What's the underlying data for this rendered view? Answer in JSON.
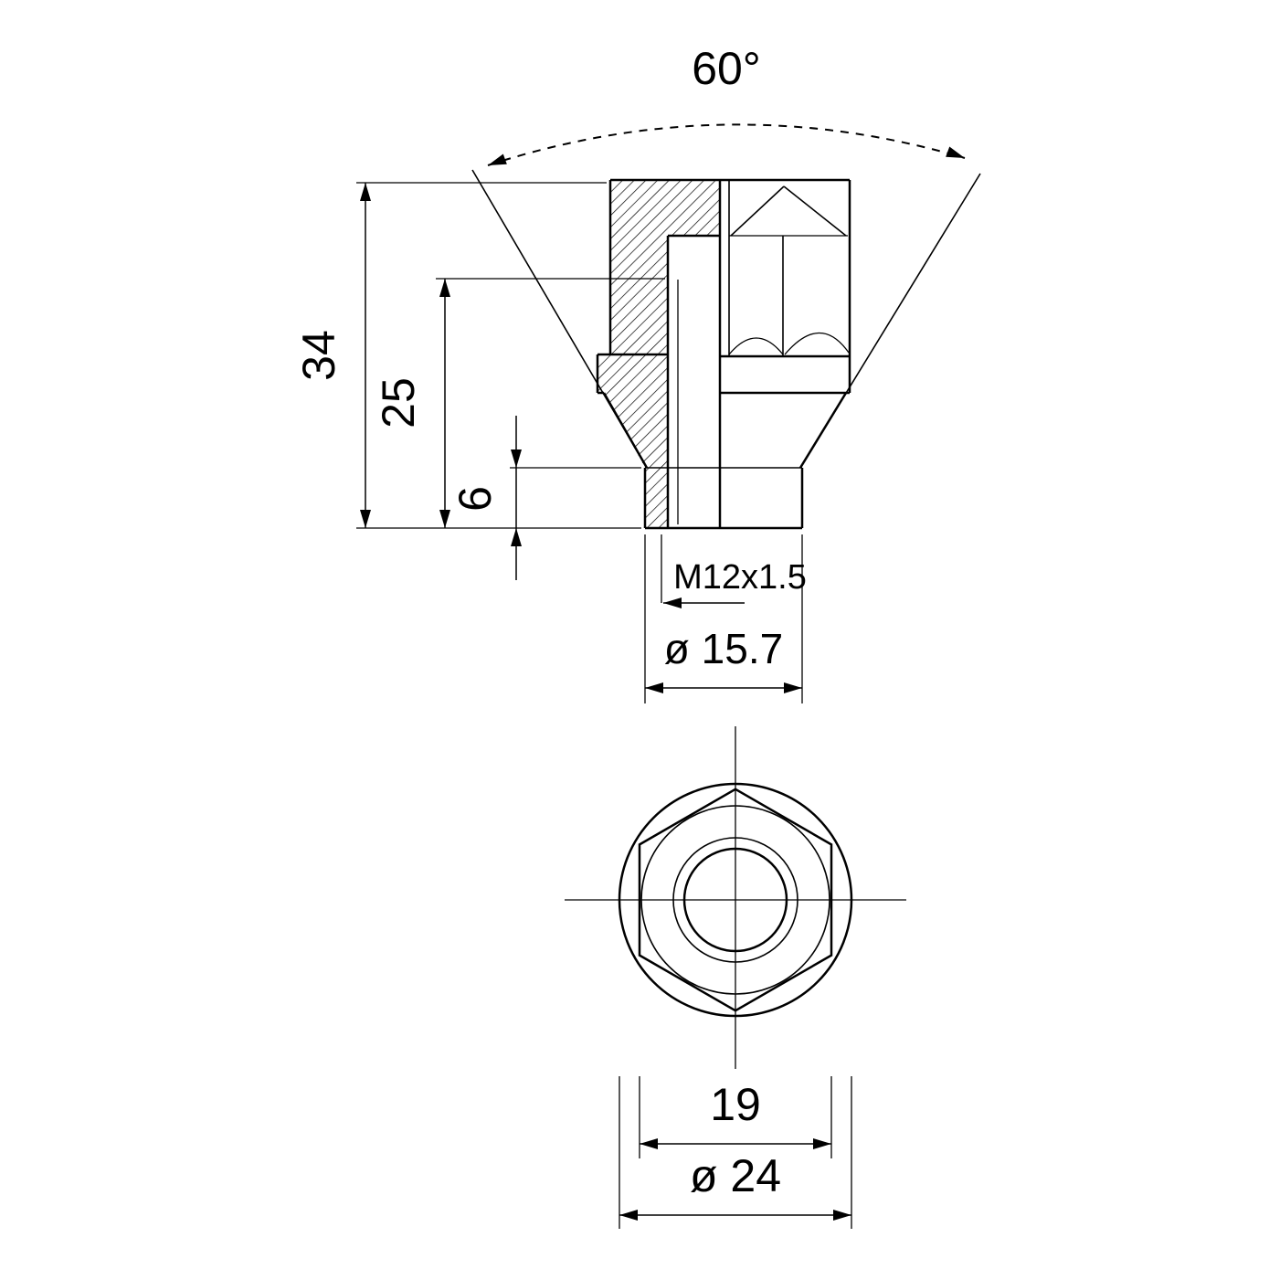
{
  "drawing": {
    "background": "#ffffff",
    "line_color": "#000000",
    "side_view": {
      "angle": "60°",
      "overall_height": "34",
      "thread_depth": "25",
      "shank_height": "6",
      "thread": "M12x1.5",
      "shank_diameter": "ø 15.7"
    },
    "top_view": {
      "hex_width": "19",
      "outer_diameter": "ø 24"
    }
  }
}
